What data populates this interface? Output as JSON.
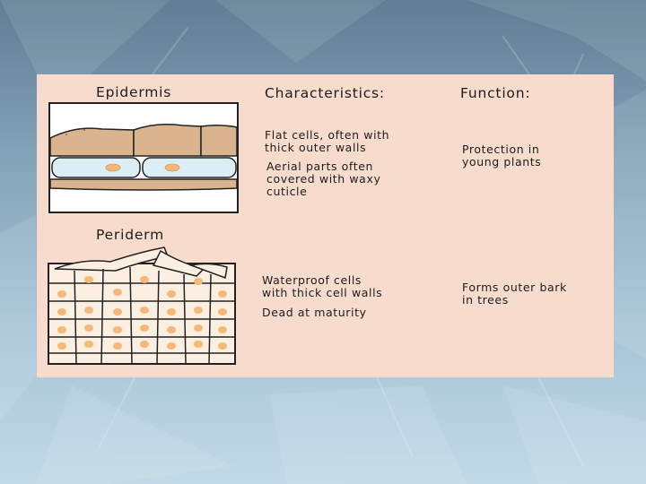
{
  "colors": {
    "panel": "#f7dccd",
    "cell_fill": "#fbefe1",
    "nucleus": "#f6b877",
    "outer_cell": "#d9b48f",
    "inner_cell": "#dceef5",
    "text": "#1c1c1c"
  },
  "headers": {
    "epidermis": "Epidermis",
    "characteristics": "Characteristics:",
    "function": "Function:",
    "periderm": "Periderm"
  },
  "epidermis": {
    "characteristics": [
      "Flat cells, often with\nthick outer walls",
      "Aerial parts often\ncovered with waxy\ncuticle"
    ],
    "function": "Protection in\nyoung plants"
  },
  "periderm": {
    "characteristics": [
      "Waterproof cells\nwith thick cell walls",
      "Dead at maturity"
    ],
    "function": "Forms outer bark\nin trees"
  }
}
